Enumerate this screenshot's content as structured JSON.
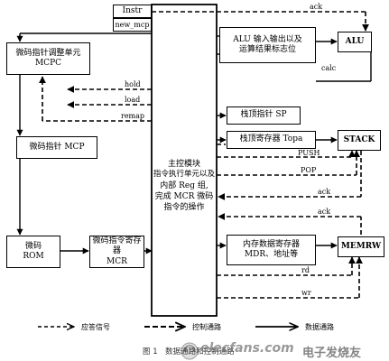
{
  "blocks": {
    "instr": "Instr",
    "new_mcp": "new_mcp",
    "mcpc_line1": "微码指针调整单元",
    "mcpc_line2": "MCPC",
    "mcp": "微码指针 MCP",
    "rom_line1": "微码",
    "rom_line2": "ROM",
    "mcr_line1": "微码指令寄存器",
    "mcr_line2": "MCR",
    "main_line1": "主控模块",
    "main_line2": "指令执行单元以及",
    "main_line3": "内部 Reg 组,",
    "main_line4": "完成 MCR 微码",
    "main_line5": "指令的操作",
    "alu_io_line1": "ALU 输入输出以及",
    "alu_io_line2": "运算结果标志位",
    "alu": "ALU",
    "sp": "栈顶指针 SP",
    "topa": "栈顶寄存器 Topa",
    "stack": "STACK",
    "mdr_line1": "内存数据寄存器",
    "mdr_line2": "MDR、地址等",
    "memrw": "MEMRW"
  },
  "signals": {
    "ack_top": "ack",
    "calc": "calc",
    "hold": "hold",
    "load": "load",
    "remap": "remap",
    "push": "PUSH",
    "pop": "POP",
    "ack_stack": "ack",
    "ack_mem": "ack",
    "rd": "rd",
    "wr": "wr"
  },
  "legend": {
    "response": "应答信号",
    "control": "控制通路",
    "data": "数据通路"
  },
  "caption": "图 1　数据通路和控制通路",
  "watermark": {
    "site": "elecfans.com",
    "cn": "电子发烧友"
  }
}
